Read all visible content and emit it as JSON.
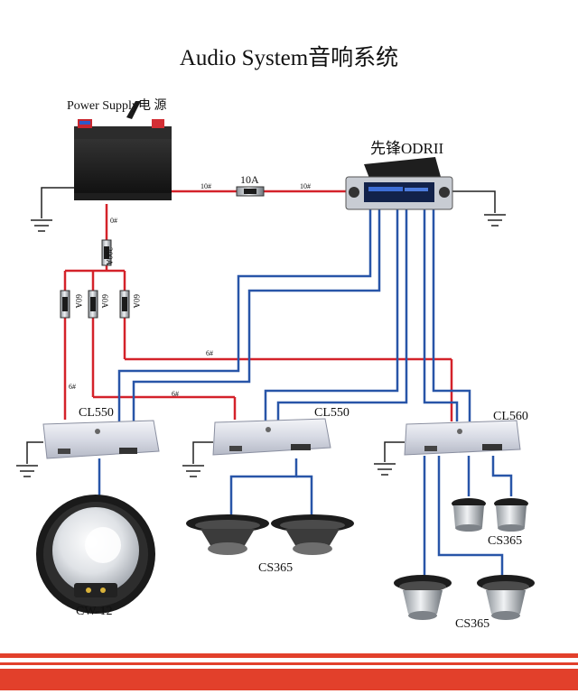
{
  "title": "Audio System音响系统",
  "power_supply_label": "Power Supply电  源",
  "head_unit_label": "先锋ODRII",
  "fuse_main": "10A",
  "wire_10a": "10#",
  "wire_0": "0#",
  "fuse_200": "200A",
  "fuse_60": "60A",
  "wire_6": "6#",
  "amps": [
    "CL550",
    "CL550",
    "CL560"
  ],
  "speakers": {
    "sub": "CW-12",
    "mid_pair": "CS365",
    "tweeters": "CS365",
    "coax": "CS365"
  },
  "colors": {
    "power": "#d4222a",
    "signal": "#2855a8",
    "ground": "#222222",
    "band": "#e2402b"
  }
}
